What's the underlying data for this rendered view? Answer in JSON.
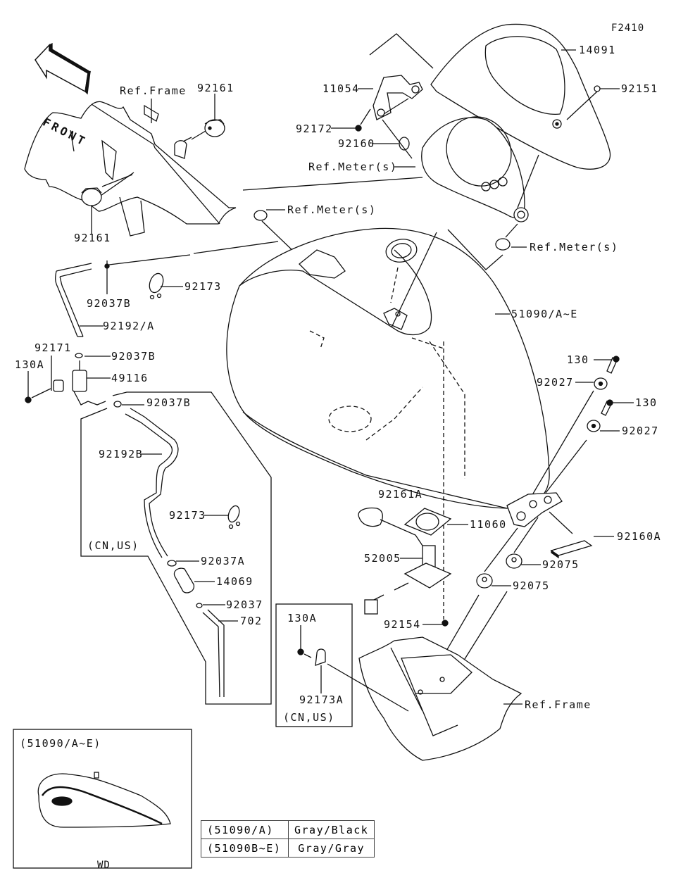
{
  "figure_code": "F2410",
  "front_arrow_label": "FRONT",
  "callouts": {
    "ref_frame_top": "Ref.Frame",
    "p92161_top": "92161",
    "p92161_bottom": "92161",
    "p11054": "11054",
    "p14091": "14091",
    "p92151": "92151",
    "p92172": "92172",
    "p92160": "92160",
    "ref_meter_1": "Ref.Meter(s)",
    "ref_meter_2": "Ref.Meter(s)",
    "ref_meter_3": "Ref.Meter(s)",
    "p92037B_1": "92037B",
    "p92173_1": "92173",
    "p92192A": "92192/A",
    "p51090": "51090/A~E",
    "p92171": "92171",
    "p92037B_2": "92037B",
    "p130A_1": "130A",
    "p49116": "49116",
    "p92037B_3": "92037B",
    "p130_1": "130",
    "p92027_1": "92027",
    "p130_2": "130",
    "p92027_2": "92027",
    "p92192B": "92192B",
    "p92161A": "92161A",
    "p92173_2": "92173",
    "p11060": "11060",
    "p92160A": "92160A",
    "cnus_1": "(CN,US)",
    "p92037A": "92037A",
    "p52005": "52005",
    "p92075_1": "92075",
    "p92075_2": "92075",
    "p14069": "14069",
    "p92037": "92037",
    "p702": "702",
    "p92154": "92154",
    "p130A_2": "130A",
    "p92173A": "92173A",
    "cnus_2": "(CN,US)",
    "ref_frame_bottom": "Ref.Frame"
  },
  "inset": {
    "title": "(51090/A~E)",
    "caption": "WD"
  },
  "color_table": {
    "rows": [
      {
        "part": "(51090/A)",
        "color": "Gray/Black"
      },
      {
        "part": "(51090B~E)",
        "color": "Gray/Gray"
      }
    ]
  }
}
